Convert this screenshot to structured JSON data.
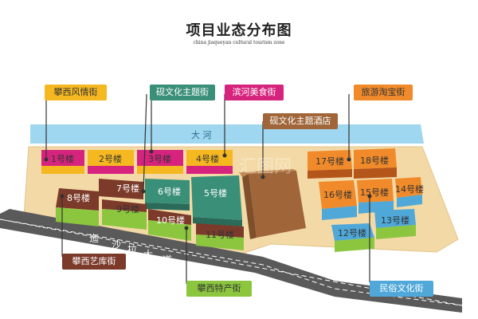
{
  "title": "项目业态分布图",
  "subtitle": "china jiaqueyan cultural tourism zone",
  "river": "大  河",
  "road": [
    "迤",
    "沙",
    "拉",
    "大",
    "道"
  ],
  "hotel": "砚文化主题酒店",
  "watermark": "汇图网",
  "buildings": {
    "b1": "1号楼",
    "b2": "2号楼",
    "b3": "3号楼",
    "b4": "4号楼",
    "b5": "5号楼",
    "b6": "6号楼",
    "b7": "7号楼",
    "b8": "8号楼",
    "b9": "9号楼",
    "b10": "10号楼",
    "b11": "11号楼",
    "b12": "12号楼",
    "b13": "13号楼",
    "b14": "14号楼",
    "b15": "15号楼",
    "b16": "16号楼",
    "b17": "17号楼",
    "b18": "18号楼"
  },
  "labels": {
    "panxi_fengqing": "攀西风情街",
    "yan_wenhua": "砚文化主题街",
    "binhe_meishi": "滨河美食街",
    "lvyou_taobao": "旅游淘宝街",
    "yan_hotel": "砚文化主题酒店",
    "panxi_yiku": "攀西艺库街",
    "panxi_techan": "攀西特产街",
    "minsu_wenhua": "民俗文化街"
  },
  "colors": {
    "yellow": "#f5b820",
    "magenta": "#d6247e",
    "teal": "#3a8f78",
    "green": "#8cc63f",
    "maroon": "#7b3a2a",
    "orange": "#f08a2a",
    "blue": "#4fa8d8",
    "brown": "#a0663a",
    "river": "#9fd6f0",
    "road": "#555555",
    "ground": "#f3d9a6"
  }
}
